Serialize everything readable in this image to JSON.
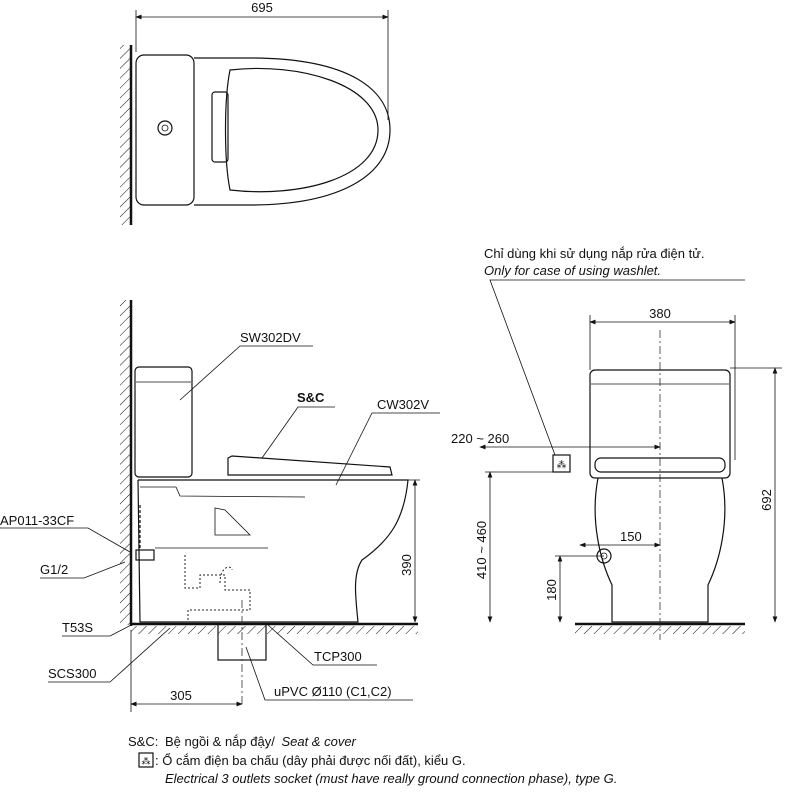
{
  "top_view": {
    "width_dim": "695"
  },
  "side_view": {
    "labels": {
      "tank": "SW302DV",
      "seat_cover": "S&C",
      "bowl": "CW302V",
      "valve": "AP011-33CF",
      "thread": "G1/2",
      "hose": "T53S",
      "flange": "SCS300",
      "drain_adapter": "TCP300",
      "pipe": "uPVC Ø110 (C1,C2)"
    },
    "dims": {
      "seat_height": "390",
      "drain_distance": "305"
    }
  },
  "front_view": {
    "note_vi": "Chỉ dùng khi sử dụng nắp rửa điện tử.",
    "note_en": "Only for case of using washlet.",
    "dims": {
      "width": "380",
      "height": "692",
      "socket_offset": "220 ~ 260",
      "socket_height": "410 ~ 460",
      "inlet_offset": "150",
      "inlet_height": "180"
    }
  },
  "legend": {
    "sc_key": "S&C:",
    "sc_vi": "Bệ ngồi & nắp đậy/",
    "sc_en": "Seat & cover",
    "socket_vi": ": Ổ cắm điện ba chấu (dây phải được nối đất), kiểu G.",
    "socket_en": "Electrical 3 outlets socket (must have really ground connection phase), type G."
  }
}
